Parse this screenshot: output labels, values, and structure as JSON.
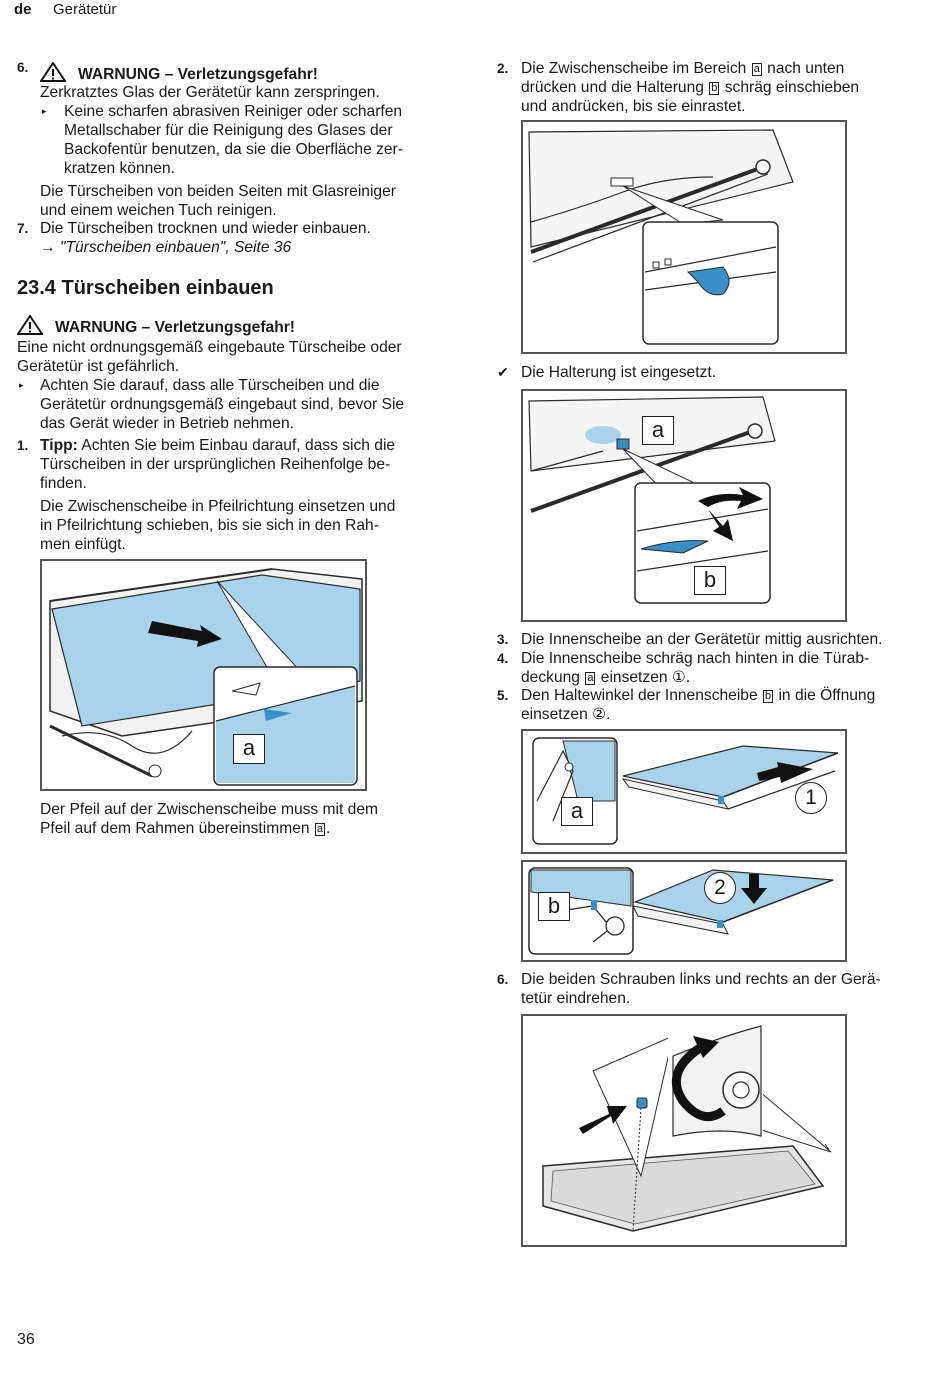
{
  "header": {
    "lang": "de",
    "section": "Gerätetür"
  },
  "left": {
    "step6": {
      "num": "6.",
      "warning_title": "WARNUNG – Verletzungsgefahr!",
      "warning_text": "Zerkratztes Glas der Gerätetür kann zerspringen.",
      "bullet_lines": [
        "Keine scharfen abrasiven Reiniger oder scharfen",
        "Metallschaber für die Reinigung des Glases der",
        "Backofentür benutzen, da sie die Oberfläche zer-",
        "kratzen können."
      ],
      "para_lines": [
        "Die Türscheiben von beiden Seiten mit Glasreiniger",
        "und einem weichen Tuch reinigen."
      ]
    },
    "step7": {
      "num": "7.",
      "text": "Die Türscheiben trocknen und wieder einbauen.",
      "link": "→ \"Türscheiben einbauen\", Seite 36"
    },
    "heading": "23.4 Türscheiben einbauen",
    "warning": {
      "title": "WARNUNG – Verletzungsgefahr!",
      "lines": [
        "Eine nicht ordnungsgemäß eingebaute Türscheibe oder",
        "Gerätetür ist gefährlich."
      ],
      "bullet_lines": [
        "Achten Sie darauf, dass alle Türscheiben und die",
        "Gerätetür ordnungsgemäß eingebaut sind, bevor Sie",
        "das Gerät wieder in Betrieb nehmen."
      ]
    },
    "step1": {
      "num": "1.",
      "tip_label": "Tipp:",
      "tip_lines": [
        " Achten Sie beim Einbau darauf, dass sich die",
        "Türscheiben in der ursprünglichen Reihenfolge be-",
        "finden."
      ],
      "para_lines": [
        "Die Zwischenscheibe in Pfeilrichtung einsetzen und",
        "in Pfeilrichtung schieben, bis sie sich in den Rah-",
        "men einfügt."
      ]
    },
    "figure_label": "a",
    "caption_line1": "Der Pfeil auf der Zwischenscheibe muss mit dem",
    "caption_line2": "Pfeil auf dem Rahmen übereinstimmen",
    "caption_ref": "a",
    "caption_end": "."
  },
  "right": {
    "step2": {
      "num": "2.",
      "l1a": "Die Zwischenscheibe im Bereich",
      "l1ref": "a",
      "l1b": "nach unten",
      "l2a": "drücken und die Halterung",
      "l2ref": "b",
      "l2b": "schräg einschieben",
      "l3": "und andrücken, bis sie einrastet."
    },
    "result": {
      "check": "✔",
      "text": "Die Halterung ist eingesetzt."
    },
    "fig2_labels": {
      "a": "a",
      "b": "b"
    },
    "step3": {
      "num": "3.",
      "text": "Die Innenscheibe an der Gerätetür mittig ausrichten."
    },
    "step4": {
      "num": "4.",
      "l1": "Die Innenscheibe schräg nach hinten in die Türab-",
      "l2a": "deckung",
      "ref": "a",
      "l2b": "einsetzen ①."
    },
    "step5": {
      "num": "5.",
      "l1a": "Den Haltewinkel der Innenscheibe",
      "ref": "b",
      "l1b": "in die Öffnung",
      "l2": "einsetzen ②."
    },
    "fig3_labels": {
      "a": "a",
      "n1": "1",
      "b": "b",
      "n2": "2"
    },
    "step6": {
      "num": "6.",
      "l1": "Die beiden Schrauben links und rechts an der Gerä-",
      "l2": "tetür eindrehen."
    }
  },
  "footer": {
    "page": "36"
  },
  "colors": {
    "glass": "#a9d3ea",
    "glass_dark": "#5aa6d2",
    "accent": "#3b8fc7",
    "line": "#2a2a2a"
  }
}
